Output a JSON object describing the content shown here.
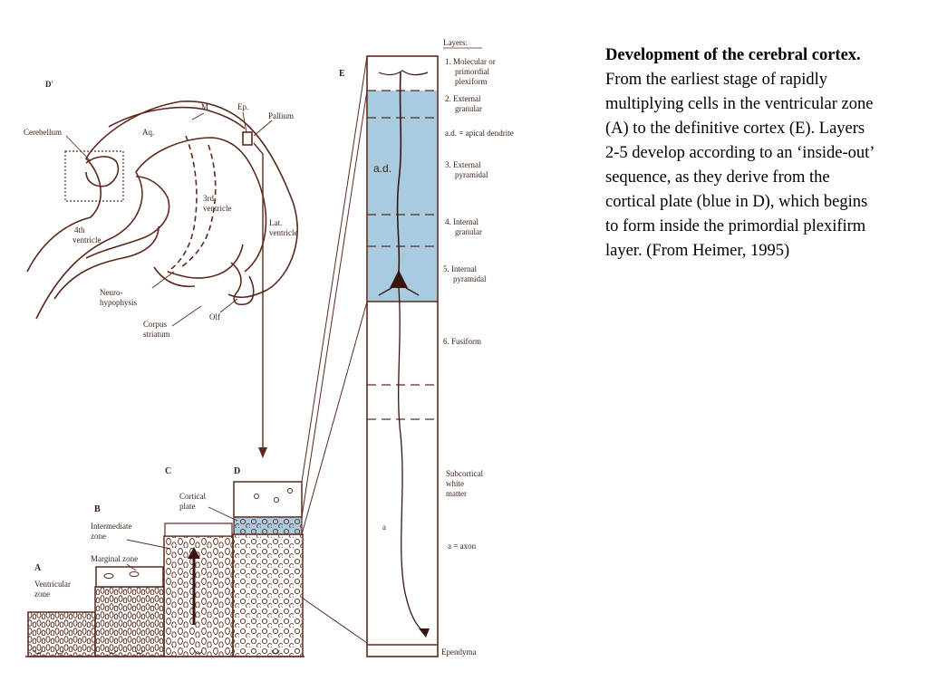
{
  "caption": {
    "title": "Development of the cerebral cortex.",
    "body": "From the earliest stage of rapidly multiplying cells in the ventricular zone  (A) to the definitive cortex (E). Layers 2-5 develop according to an ‘inside-out’ sequence, as they derive from the cortical plate (blue in D), which begins to form inside the primordial plexifirm layer. (From Heimer, 1995)"
  },
  "brain": {
    "panel": "D'",
    "labels": {
      "m": "M",
      "ep": "Ep.",
      "pallium": "Pallium",
      "cerebellum": "Cerebellum",
      "aq": "Aq.",
      "third_1": "3rd",
      "third_2": "ventricle",
      "fourth_1": "4th",
      "fourth_2": "ventricle",
      "lat_1": "Lat.",
      "lat_2": "ventricle",
      "neuro_1": "Neuro-",
      "neuro_2": "hypophysis",
      "corpus_1": "Corpus",
      "corpus_2": "striatum",
      "olf": "Olf"
    }
  },
  "stages": {
    "a": "A",
    "b": "B",
    "c": "C",
    "d": "D",
    "e": "E",
    "ventricular_1": "Ventricular",
    "ventricular_2": "zone",
    "marginal": "Marginal zone",
    "intermediate_1": "Intermediate",
    "intermediate_2": "zone",
    "plate_1": "Cortical",
    "plate_2": "plate"
  },
  "column": {
    "ad_inline": "a.d.",
    "a_inline": "a"
  },
  "layers": {
    "heading": "Layers:",
    "l1_1": "1. Molecular or",
    "l1_2": "primordial",
    "l1_3": "plexiform",
    "l2_1": "2. External",
    "l2_2": "granular",
    "ad_note": "a.d. = apical dendrite",
    "l3_1": "3. External",
    "l3_2": "pyramidal",
    "l4_1": "4. Internal",
    "l4_2": "granular",
    "l5_1": "5. Internal",
    "l5_2": "pyramidal",
    "l6": "6. Fusiform",
    "wm_1": "Subcortical",
    "wm_2": "white",
    "wm_3": "matter",
    "axon_note": "a = axon",
    "ependyma": "Ependyma"
  },
  "colors": {
    "ink": "#5a2a1c",
    "blue": "#a9cbe0",
    "text": "#000000"
  }
}
